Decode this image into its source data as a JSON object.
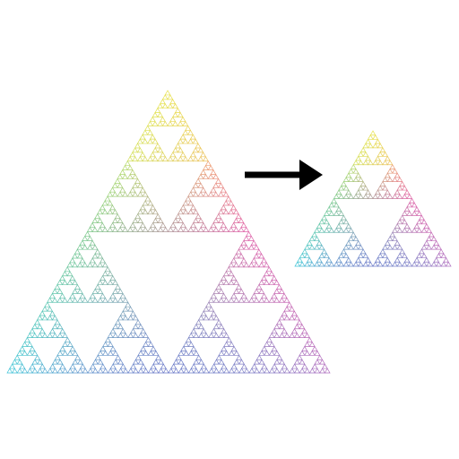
{
  "diagram": {
    "subject": "sierpinski-triangle",
    "large": {
      "recursion_depth": 6
    },
    "small": {
      "recursion_depth": 5
    },
    "arrow": {
      "direction": "right",
      "color": "#000000"
    },
    "colors": {
      "top": "#e8e24a",
      "upper_left": "#b9dc6a",
      "upper_right": "#f0a070",
      "mid_left": "#7cc98a",
      "mid_right": "#e060a8",
      "bottom_left": "#3cc6d8",
      "bottom_mid": "#6a78c8",
      "bottom_right": "#b070c0"
    },
    "background": "#ffffff"
  }
}
